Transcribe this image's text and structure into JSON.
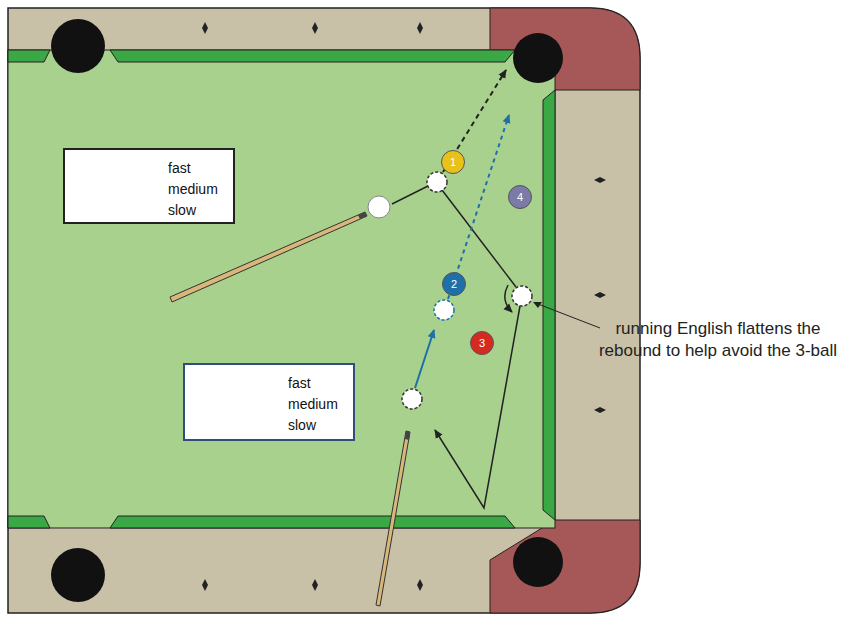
{
  "diagram": {
    "nodes": [
      {
        "text": [
          "fast",
          "medium",
          "slow"
        ]
      },
      {
        "text": [
          "1"
        ]
      },
      {
        "text": [
          "4"
        ]
      },
      {
        "text": [
          "2"
        ]
      },
      {
        "text": [
          "3"
        ]
      },
      {
        "text": [
          "fast",
          "medium",
          "slow"
        ]
      }
    ],
    "labels": [
      "running English flattens the rebound to help avoid the 3-ball"
    ]
  }
}
